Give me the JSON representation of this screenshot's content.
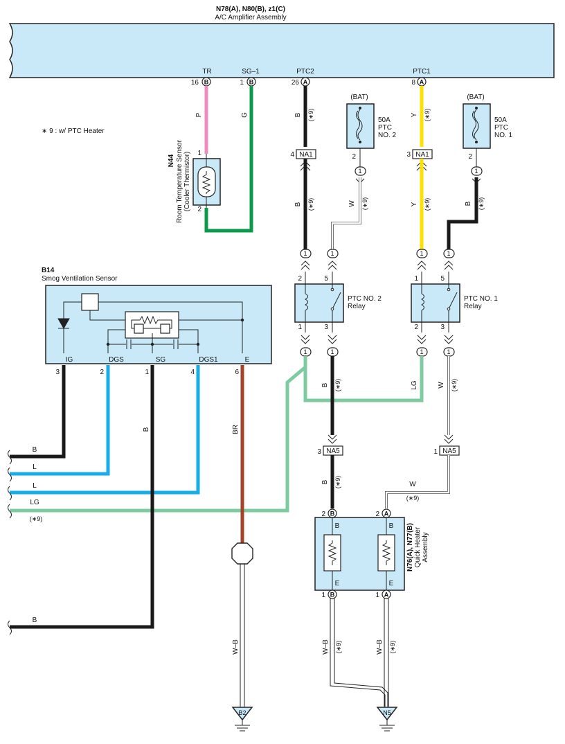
{
  "amplifier": {
    "codes": "N78(A), N80(B), z1(C)",
    "name": "A/C Amplifier Assembly",
    "terminals": [
      {
        "label": "TR",
        "pin": "16",
        "conn": "B"
      },
      {
        "label": "SG–1",
        "pin": "1",
        "conn": "B"
      },
      {
        "label": "PTC2",
        "pin": "26",
        "conn": "A"
      },
      {
        "label": "PTC1",
        "pin": "8",
        "conn": "A"
      }
    ]
  },
  "note": "∗ 9 : w/ PTC Heater",
  "sensor_n44": {
    "code": "N44",
    "name": "Room Temperature Sensor",
    "sub": "(Cooler Thermistor)",
    "pin_top": "1",
    "pin_bottom": "2"
  },
  "sensor_b14": {
    "code": "B14",
    "name": "Smog Ventilation Sensor",
    "terminals": [
      {
        "label": "IG",
        "pin": "3"
      },
      {
        "label": "DGS",
        "pin": "2"
      },
      {
        "label": "SG",
        "pin": "1"
      },
      {
        "label": "DGS1",
        "pin": "4"
      },
      {
        "label": "E",
        "pin": "6"
      }
    ]
  },
  "fuses": [
    {
      "bat": "(BAT)",
      "amp": "50A",
      "name": "PTC",
      "no": "NO. 2",
      "pin": "2",
      "conn": "1"
    },
    {
      "bat": "(BAT)",
      "amp": "50A",
      "name": "PTC",
      "no": "NO. 1",
      "pin": "2",
      "conn": "1"
    }
  ],
  "relays": [
    {
      "name": "PTC NO. 2",
      "sub": "Relay",
      "pins": [
        "2",
        "5",
        "1",
        "3"
      ]
    },
    {
      "name": "PTC NO. 1",
      "sub": "Relay",
      "pins": [
        "1",
        "5",
        "2",
        "3"
      ]
    }
  ],
  "connectors": {
    "na1": "NA1",
    "na1_left_pin": "4",
    "na1_right_pin": "3",
    "na5": "NA5",
    "na5_left_pin": "3",
    "na5_right_pin": "1",
    "inline": "1"
  },
  "heater": {
    "code": "N76(A), N77(B)",
    "name": "Quick Heater",
    "sub": "Assembly",
    "top_left": {
      "pin": "2",
      "conn": "B",
      "label": "B"
    },
    "top_right": {
      "pin": "2",
      "conn": "A",
      "label": "B"
    },
    "bottom_left": {
      "pin": "1",
      "conn": "B",
      "label": "E"
    },
    "bottom_right": {
      "pin": "1",
      "conn": "A",
      "label": "E"
    }
  },
  "wire_colors": {
    "tr": "P",
    "sg": "G",
    "ptc2": "B",
    "ptc1": "Y",
    "fuse2_out": "W",
    "fuse1_out": "B",
    "ig": "B",
    "dgs": "L",
    "dgs1": "L",
    "lg": "LG",
    "sg_sensor": "B",
    "e": "BR",
    "ground": "W–B",
    "relay1_out": "W",
    "relay_lg": "LG",
    "relay2_out": "B"
  },
  "option_mark": "(∗9)",
  "grounds": [
    "B2",
    "N5"
  ],
  "colors": {
    "panel": "#c9e9f8",
    "pink": "#f08bbf",
    "green": "#0c9a4a",
    "black": "#1a1a1a",
    "yellow": "#ffe100",
    "blue": "#17aee8",
    "lightgreen": "#7ecba0",
    "brown": "#a3442a"
  }
}
